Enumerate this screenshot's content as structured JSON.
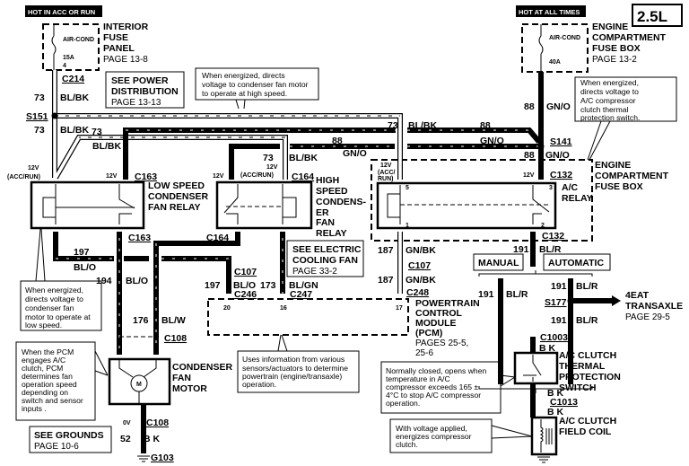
{
  "header": {
    "hot_acc_run": "HOT IN ACC OR RUN",
    "hot_all_times": "HOT AT ALL TIMES",
    "engine": "2.5L"
  },
  "interior_fuse_panel": {
    "line1": "INTERIOR",
    "line2": "FUSE",
    "line3": "PANEL",
    "page": "PAGE 13-8",
    "fuse": "AIR-COND",
    "rating": "15A",
    "number": "4",
    "connector": "C214"
  },
  "engine_fuse_box_top": {
    "line1": "ENGINE",
    "line2": "COMPARTMENT",
    "line3": "FUSE  BOX",
    "page": "PAGE 13-2",
    "fuse": "AIR-COND",
    "rating": "40A"
  },
  "see_power": {
    "line1": "SEE  POWER",
    "line2": "DISTRIBUTION",
    "page": "PAGE 13-13"
  },
  "see_electric": {
    "line1": "SEE   ELECTRIC",
    "line2": "COOLING  FAN",
    "page": "PAGE 33-2"
  },
  "see_grounds": {
    "line1": "SEE  GROUNDS",
    "page": "PAGE 10-6"
  },
  "splices": {
    "s151": "S151",
    "s141": "S141",
    "s177": "S177"
  },
  "wires": {
    "c73": "73",
    "bl_bk": "BL/BK",
    "c88": "88",
    "gn_o": "GN/O",
    "c197": "197",
    "bl_o": "BL/O",
    "c194": "194",
    "c176": "176",
    "bl_w": "BL/W",
    "c173": "173",
    "bl_gn": "BL/GN",
    "c187": "187",
    "gn_bk": "GN/BK",
    "c191": "191",
    "bl_r": "BL/R",
    "c52": "52",
    "bk": "BK",
    "bk_short": "B K"
  },
  "voltages": {
    "v12": "12V",
    "acc_run": "(ACC/RUN)",
    "acc": "(ACC/",
    "run": "RUN)",
    "v0": "0V"
  },
  "connectors": {
    "c163": "C163",
    "c164": "C164",
    "c132": "C132",
    "c107": "C107",
    "c246": "C246",
    "c247": "C247",
    "c248": "C248",
    "c108": "C108",
    "c1003": "C1003",
    "c1013": "C1013",
    "g103": "G103"
  },
  "pins": {
    "p5": "5",
    "p1": "1",
    "p3": "3",
    "p2": "2",
    "p20": "20",
    "p16": "16",
    "p17": "17"
  },
  "low_relay": {
    "line1": "LOW SPEED",
    "line2": "CONDENSER",
    "line3": "FAN RELAY"
  },
  "high_relay": {
    "line1": "HIGH",
    "line2": "SPEED",
    "line3": "CONDENS-",
    "line4": "ER",
    "line5": "FAN",
    "line6": "RELAY"
  },
  "ac_relay": {
    "line1": "A/C",
    "line2": "RELAY"
  },
  "engine_fuse_box": {
    "line1": "ENGINE",
    "line2": "COMPARTMENT",
    "line3": "FUSE  BOX"
  },
  "pcm": {
    "line1": "POWERTRAIN",
    "line2": "CONTROL",
    "line3": "MODULE",
    "line4": "(PCM)",
    "pages1": "PAGES 25-5,",
    "pages2": "25-6"
  },
  "transmission": {
    "manual": "MANUAL",
    "automatic": "AUTOMATIC"
  },
  "transaxle": {
    "line1": "4EAT",
    "line2": "TRANSAXLE",
    "page": "PAGE 29-5"
  },
  "motor": {
    "line1": "CONDENSER",
    "line2": "FAN",
    "line3": "MOTOR",
    "symbol": "M"
  },
  "thermal_switch": {
    "line1": "A/C  CLUTCH",
    "line2": "THERMAL",
    "line3": "PROTECTION",
    "line4": "SWITCH"
  },
  "field_coil": {
    "line1": "A/C  CLUTCH",
    "line2": "FIELD   COIL"
  },
  "callouts": {
    "high_speed": [
      "When energized, directs",
      "voltage to condenser fan motor",
      "to operate at high speed."
    ],
    "ac_relay": [
      "When  energized,",
      "directs voltage to",
      "A/C  compressor",
      "clutch thermal",
      "protection switch."
    ],
    "low_speed": [
      "When  energized,",
      "directs voltage to",
      "condenser  fan",
      "motor to operate at",
      "low  speed."
    ],
    "pcm_engage": [
      "When the PCM",
      "engages  A/C",
      "clutch, PCM",
      "determines fan",
      "operation  speed",
      "depending  on",
      "switch and sensor",
      "inputs ."
    ],
    "pcm_info": [
      "Uses information  from various",
      "sensors/actuators to determine",
      "powertrain  (engine/transaxle)",
      "operation."
    ],
    "thermal": [
      "Normally closed, opens when",
      "temperature in A/C",
      "compressor exceeds 165 ±",
      "4°C to stop A/C compressor",
      "operation."
    ],
    "coil": [
      "With voltage applied,",
      "energizes  compressor",
      "clutch."
    ]
  }
}
